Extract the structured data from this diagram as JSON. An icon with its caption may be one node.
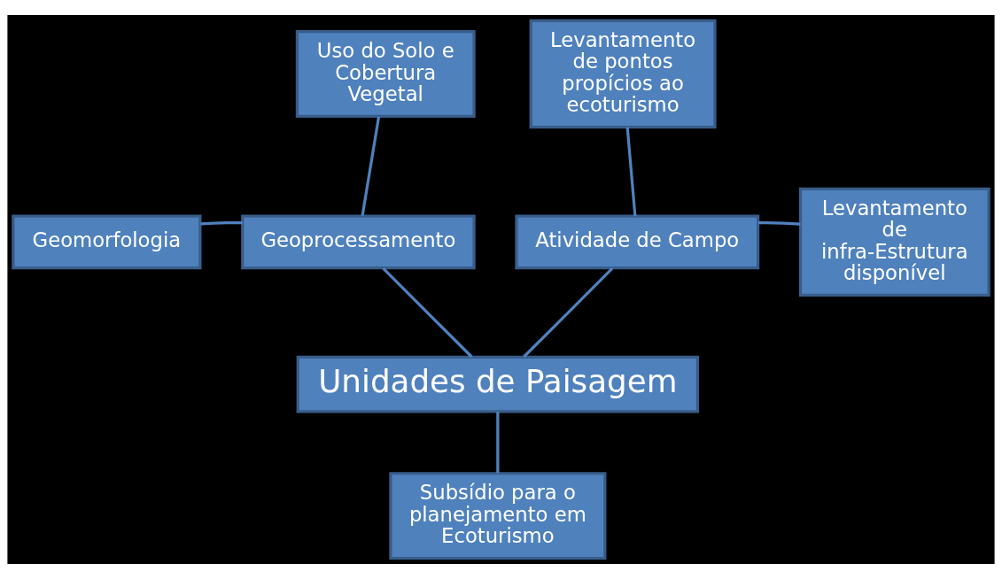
{
  "diagram": {
    "nodes": [
      {
        "text": [
          "Uso do Solo e Cobertura Vegetal"
        ]
      },
      {
        "text": [
          "Geomorfologia"
        ]
      },
      {
        "text": [
          "Geoprocessamento"
        ]
      },
      {
        "text": [
          "Atividade de Campo"
        ]
      },
      {
        "text": [
          "Levantamento de pontos propícios ao ecoturismo"
        ]
      },
      {
        "text": [
          "Levantamento de infra-Estrutura disponível"
        ]
      },
      {
        "text": [
          "Unidades de Paisagem"
        ]
      },
      {
        "text": [
          "Subsídio para o planejamento em Ecoturismo"
        ]
      }
    ],
    "edges": [
      {
        "from": 0,
        "to": 2,
        "arrow": "none"
      },
      {
        "from": 1,
        "to": 2,
        "arrow": "none"
      },
      {
        "from": 4,
        "to": 3,
        "arrow": "none"
      },
      {
        "from": 5,
        "to": 3,
        "arrow": "none"
      },
      {
        "from": 2,
        "to": 6,
        "arrow": "none"
      },
      {
        "from": 3,
        "to": 6,
        "arrow": "none"
      },
      {
        "from": 6,
        "to": 7,
        "arrow": "none"
      }
    ]
  }
}
